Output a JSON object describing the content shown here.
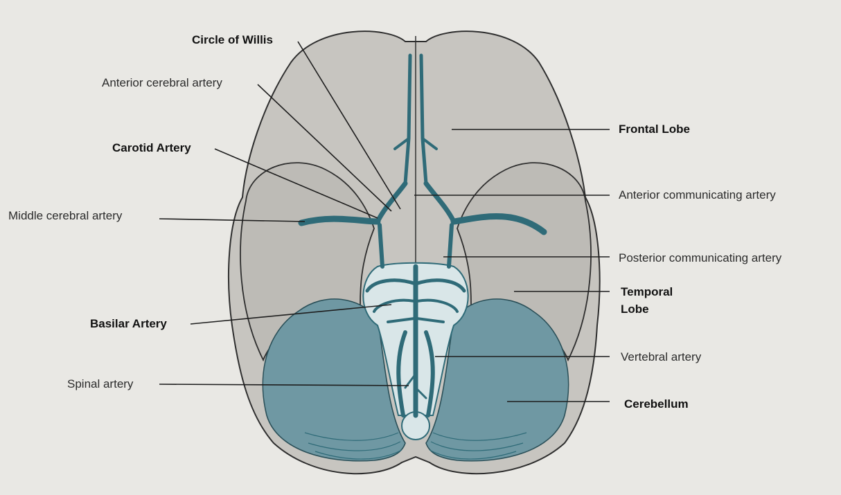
{
  "labels": {
    "circle_of_willis": "Circle of Willis",
    "anterior_cerebral_artery": "Anterior cerebral artery",
    "carotid_artery": "Carotid Artery",
    "middle_cerebral_artery": "Middle cerebral artery",
    "basilar_artery": "Basilar Artery",
    "spinal_artery": "Spinal artery",
    "frontal_lobe": "Frontal Lobe",
    "anterior_communicating_artery": "Anterior communicating artery",
    "posterior_communicating_artery": "Posterior communicating artery",
    "temporal_lobe_line1": "Temporal",
    "temporal_lobe_line2": "Lobe",
    "vertebral_artery": "Vertebral artery",
    "cerebellum": "Cerebellum"
  },
  "colors": {
    "background": "#e9e8e4",
    "brain": "#c7c5c0",
    "temporal": "#bdbbb6",
    "cerebellum": "#6f98a3",
    "artery": "#2f6b78",
    "brainstem": "#d9e6e8"
  }
}
